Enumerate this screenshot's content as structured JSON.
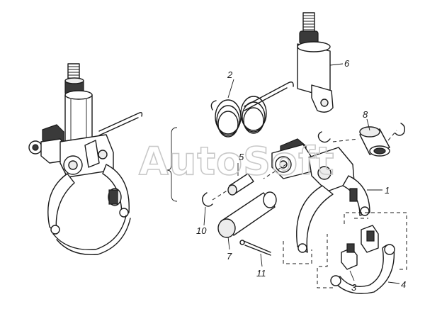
{
  "watermark": "AutoSoft",
  "callouts": [
    {
      "id": "1",
      "label": "1"
    },
    {
      "id": "2",
      "label": "2"
    },
    {
      "id": "3",
      "label": "3"
    },
    {
      "id": "4",
      "label": "4"
    },
    {
      "id": "5",
      "label": "5"
    },
    {
      "id": "6",
      "label": "6"
    },
    {
      "id": "7",
      "label": "7"
    },
    {
      "id": "8",
      "label": "8"
    },
    {
      "id": "10",
      "label": "10"
    },
    {
      "id": "11",
      "label": "11"
    }
  ]
}
